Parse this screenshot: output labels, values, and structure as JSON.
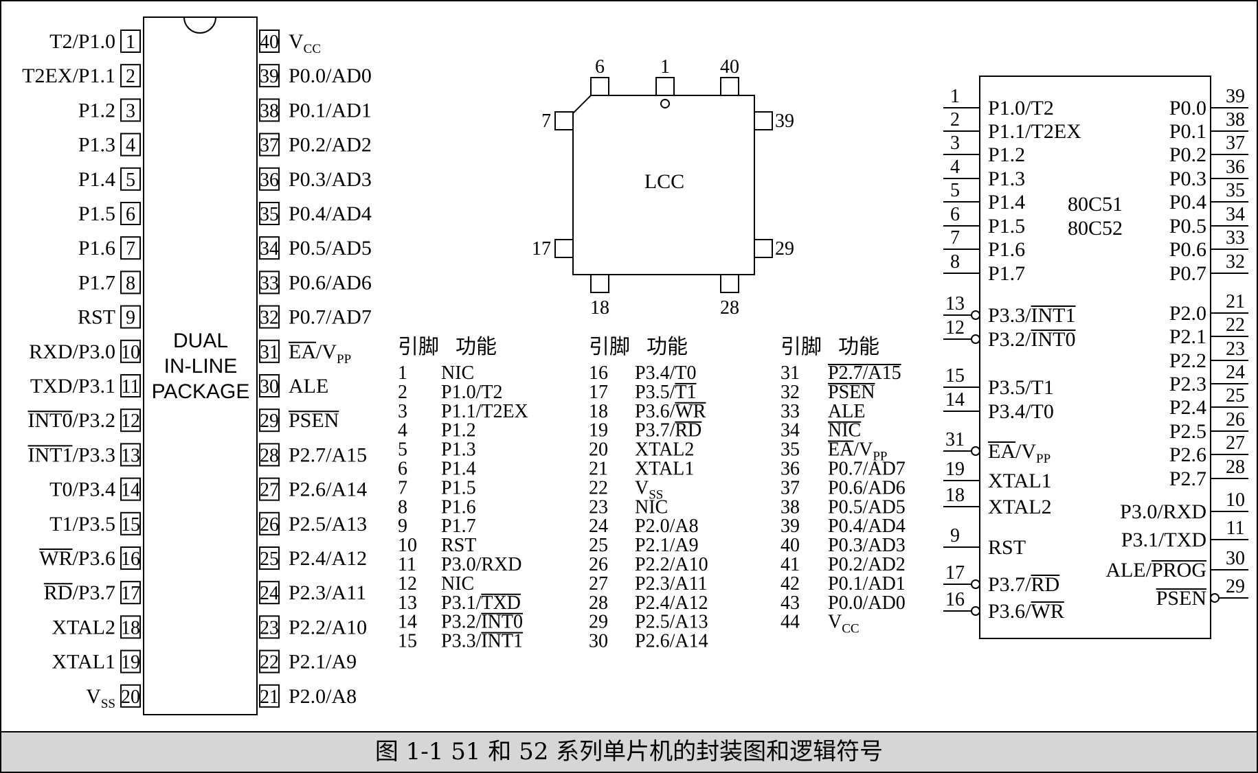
{
  "dip": {
    "package_label": [
      "DUAL",
      "IN-LINE",
      "PACKAGE"
    ],
    "left_pins": [
      {
        "num": "1",
        "name": "T2/P1.0"
      },
      {
        "num": "2",
        "name": "T2EX/P1.1"
      },
      {
        "num": "3",
        "name": "P1.2"
      },
      {
        "num": "4",
        "name": "P1.3"
      },
      {
        "num": "5",
        "name": "P1.4"
      },
      {
        "num": "6",
        "name": "P1.5"
      },
      {
        "num": "7",
        "name": "P1.6"
      },
      {
        "num": "8",
        "name": "P1.7"
      },
      {
        "num": "9",
        "name": "RST"
      },
      {
        "num": "10",
        "name": "RXD/P3.0"
      },
      {
        "num": "11",
        "name": "TXD/P3.1"
      },
      {
        "num": "12",
        "name": "INT0/P3.2",
        "over": "INT0"
      },
      {
        "num": "13",
        "name": "INT1/P3.3",
        "over": "INT1"
      },
      {
        "num": "14",
        "name": "T0/P3.4"
      },
      {
        "num": "15",
        "name": "T1/P3.5"
      },
      {
        "num": "16",
        "name": "WR/P3.6",
        "over": "WR"
      },
      {
        "num": "17",
        "name": "RD/P3.7",
        "over": "RD"
      },
      {
        "num": "18",
        "name": "XTAL2"
      },
      {
        "num": "19",
        "name": "XTAL1"
      },
      {
        "num": "20",
        "name": "VSS"
      }
    ],
    "right_pins": [
      {
        "num": "40",
        "name": "VCC"
      },
      {
        "num": "39",
        "name": "P0.0/AD0"
      },
      {
        "num": "38",
        "name": "P0.1/AD1"
      },
      {
        "num": "37",
        "name": "P0.2/AD2"
      },
      {
        "num": "36",
        "name": "P0.3/AD3"
      },
      {
        "num": "35",
        "name": "P0.4/AD4"
      },
      {
        "num": "34",
        "name": "P0.5/AD5"
      },
      {
        "num": "33",
        "name": "P0.6/AD6"
      },
      {
        "num": "32",
        "name": "P0.7/AD7"
      },
      {
        "num": "31",
        "name": "EA/VPP",
        "over": "EA"
      },
      {
        "num": "30",
        "name": "ALE"
      },
      {
        "num": "29",
        "name": "PSEN",
        "over": "PSEN"
      },
      {
        "num": "28",
        "name": "P2.7/A15"
      },
      {
        "num": "27",
        "name": "P2.6/A14"
      },
      {
        "num": "26",
        "name": "P2.5/A13"
      },
      {
        "num": "25",
        "name": "P2.4/A12"
      },
      {
        "num": "24",
        "name": "P2.3/A11"
      },
      {
        "num": "23",
        "name": "P2.2/A10"
      },
      {
        "num": "22",
        "name": "P2.1/A9"
      },
      {
        "num": "21",
        "name": "P2.0/A8"
      }
    ]
  },
  "lcc": {
    "title": "LCC",
    "pins": {
      "top_left": "6",
      "top_mid": "1",
      "top_right": "40",
      "left_top": "7",
      "left_bottom": "17",
      "right_top": "39",
      "right_bottom": "29",
      "bottom_left": "18",
      "bottom_right": "28"
    }
  },
  "pin_table": {
    "headers": [
      {
        "pin": "引脚",
        "func": "功能"
      },
      {
        "pin": "引脚",
        "func": "功能"
      },
      {
        "pin": "引脚",
        "func": "功能"
      }
    ],
    "columns": [
      [
        [
          "1",
          "NIC"
        ],
        [
          "2",
          "P1.0/T2"
        ],
        [
          "3",
          "P1.1/T2EX"
        ],
        [
          "4",
          "P1.2"
        ],
        [
          "5",
          "P1.3"
        ],
        [
          "6",
          "P1.4"
        ],
        [
          "7",
          "P1.5"
        ],
        [
          "8",
          "P1.6"
        ],
        [
          "9",
          "P1.7"
        ],
        [
          "10",
          "RST"
        ],
        [
          "11",
          "P3.0/RXD"
        ],
        [
          "12",
          "NIC"
        ],
        [
          "13",
          "P3.1/TXD"
        ],
        [
          "14",
          "P3.2/INT0"
        ],
        [
          "15",
          "P3.3/INT1"
        ]
      ],
      [
        [
          "16",
          "P3.4/T0"
        ],
        [
          "17",
          "P3.5/T1"
        ],
        [
          "18",
          "P3.6/WR"
        ],
        [
          "19",
          "P3.7/RD"
        ],
        [
          "20",
          "XTAL2"
        ],
        [
          "21",
          "XTAL1"
        ],
        [
          "22",
          "VSS"
        ],
        [
          "23",
          "NIC"
        ],
        [
          "24",
          "P2.0/A8"
        ],
        [
          "25",
          "P2.1/A9"
        ],
        [
          "26",
          "P2.2/A10"
        ],
        [
          "27",
          "P2.3/A11"
        ],
        [
          "28",
          "P2.4/A12"
        ],
        [
          "29",
          "P2.5/A13"
        ],
        [
          "30",
          "P2.6/A14"
        ]
      ],
      [
        [
          "31",
          "P2.7/A15"
        ],
        [
          "32",
          "PSEN"
        ],
        [
          "33",
          "ALE"
        ],
        [
          "34",
          "NIC"
        ],
        [
          "35",
          "EA/VPP"
        ],
        [
          "36",
          "P0.7/AD7"
        ],
        [
          "37",
          "P0.6/AD6"
        ],
        [
          "38",
          "P0.5/AD5"
        ],
        [
          "39",
          "P0.4/AD4"
        ],
        [
          "40",
          "P0.3/AD3"
        ],
        [
          "41",
          "P0.2/AD2"
        ],
        [
          "42",
          "P0.1/AD1"
        ],
        [
          "43",
          "P0.0/AD0"
        ],
        [
          "44",
          "VCC"
        ]
      ]
    ]
  },
  "logic": {
    "chip_names": [
      "80C51",
      "80C52"
    ],
    "left_pins": [
      {
        "num": "1",
        "name": "P1.0/T2"
      },
      {
        "num": "2",
        "name": "P1.1/T2EX"
      },
      {
        "num": "3",
        "name": "P1.2"
      },
      {
        "num": "4",
        "name": "P1.3"
      },
      {
        "num": "5",
        "name": "P1.4"
      },
      {
        "num": "6",
        "name": "P1.5"
      },
      {
        "num": "7",
        "name": "P1.6"
      },
      {
        "num": "8",
        "name": "P1.7"
      },
      {
        "num": "13",
        "name": "P3.3/INT1",
        "over": "INT1",
        "bubble": true
      },
      {
        "num": "12",
        "name": "P3.2/INT0",
        "over": "INT0",
        "bubble": true
      },
      {
        "num": "15",
        "name": "P3.5/T1"
      },
      {
        "num": "14",
        "name": "P3.4/T0"
      },
      {
        "num": "31",
        "name": "EA/VPP",
        "over": "EA",
        "bubble": true
      },
      {
        "num": "19",
        "name": "XTAL1"
      },
      {
        "num": "18",
        "name": "XTAL2"
      },
      {
        "num": "9",
        "name": "RST"
      },
      {
        "num": "17",
        "name": "P3.7/RD",
        "over": "RD",
        "bubble": true
      },
      {
        "num": "16",
        "name": "P3.6/WR",
        "over": "WR",
        "bubble": true
      }
    ],
    "right_pins": [
      {
        "num": "39",
        "name": "P0.0"
      },
      {
        "num": "38",
        "name": "P0.1"
      },
      {
        "num": "37",
        "name": "P0.2"
      },
      {
        "num": "36",
        "name": "P0.3"
      },
      {
        "num": "35",
        "name": "P0.4"
      },
      {
        "num": "34",
        "name": "P0.5"
      },
      {
        "num": "33",
        "name": "P0.6"
      },
      {
        "num": "32",
        "name": "P0.7"
      },
      {
        "num": "21",
        "name": "P2.0"
      },
      {
        "num": "22",
        "name": "P2.1"
      },
      {
        "num": "23",
        "name": "P2.2"
      },
      {
        "num": "24",
        "name": "P2.3"
      },
      {
        "num": "25",
        "name": "P2.4"
      },
      {
        "num": "26",
        "name": "P2.5"
      },
      {
        "num": "27",
        "name": "P2.6"
      },
      {
        "num": "28",
        "name": "P2.7"
      },
      {
        "num": "10",
        "name": "P3.0/RXD"
      },
      {
        "num": "11",
        "name": "P3.1/TXD"
      },
      {
        "num": "30",
        "name": "ALE/PROG",
        "over": "PROG"
      },
      {
        "num": "29",
        "name": "PSEN",
        "over": "PSEN",
        "bubble": true
      }
    ]
  },
  "caption": "图 1-1    51 和 52 系列单片机的封装图和逻辑符号"
}
